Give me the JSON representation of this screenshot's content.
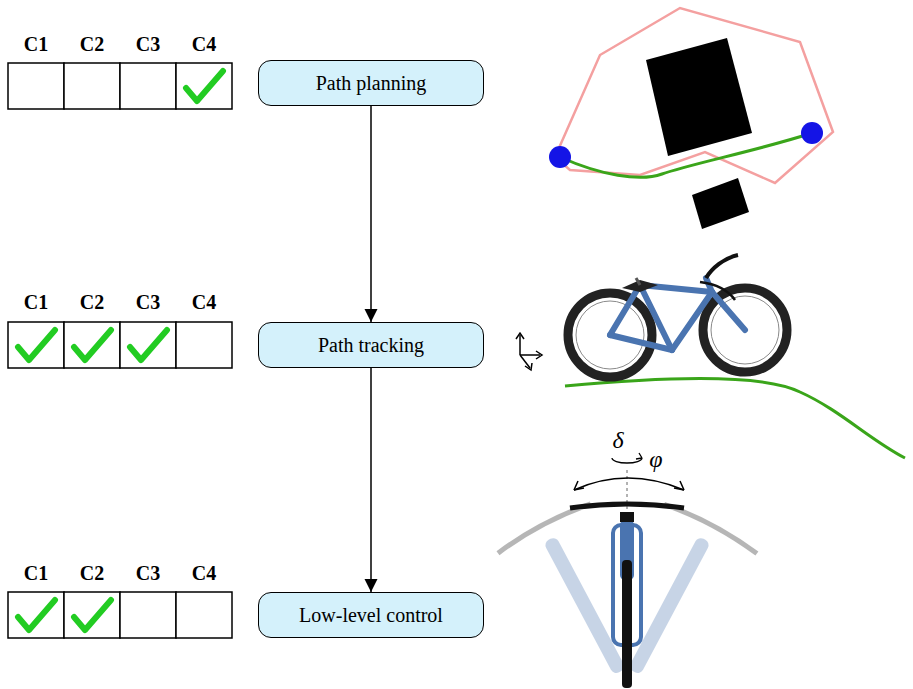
{
  "diagram": {
    "nodes": [
      {
        "text": [
          "Path planning"
        ]
      },
      {
        "text": [
          "Path tracking"
        ]
      },
      {
        "text": [
          "Low-level control"
        ]
      }
    ],
    "edges": [
      {
        "from": 0,
        "to": 1,
        "arrow": "to"
      },
      {
        "from": 1,
        "to": 2,
        "arrow": "to"
      }
    ],
    "labels": [
      "C1",
      "C2",
      "C3",
      "C4",
      "C1",
      "C2",
      "C3",
      "C4",
      "C1",
      "C2",
      "C3",
      "C4",
      "δ",
      "φ"
    ]
  }
}
